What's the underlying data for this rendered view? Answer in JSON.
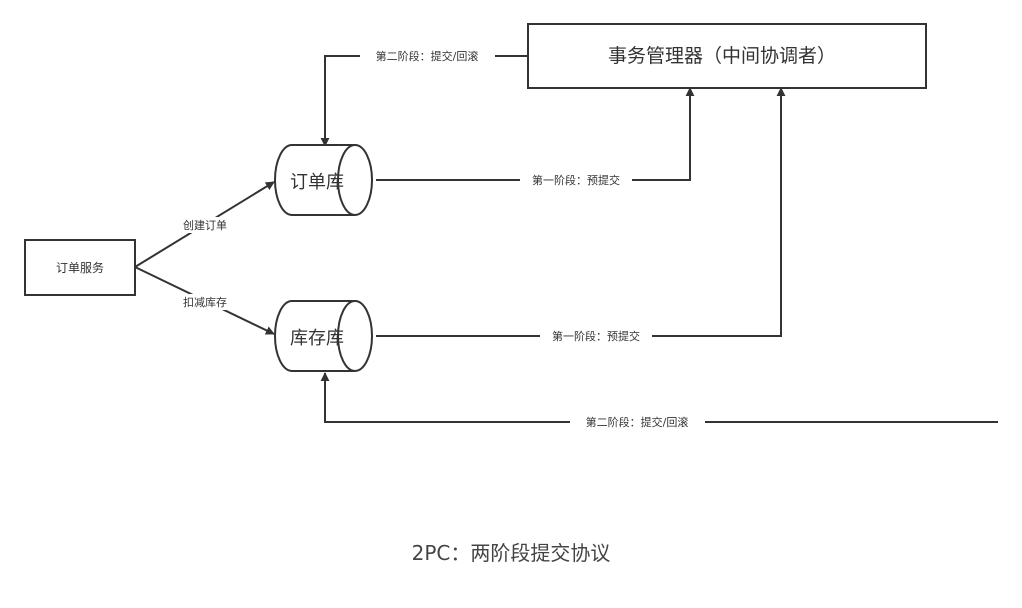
{
  "nodes": {
    "coordinator": "事务管理器（中间协调者）",
    "order_db": "订单库",
    "inventory_db": "库存库",
    "order_service": "订单服务"
  },
  "edges": {
    "create_order": "创建订单",
    "deduct_inventory": "扣减库存",
    "order_db_phase1": "第一阶段：预提交",
    "inventory_db_phase1": "第一阶段：预提交",
    "coordinator_to_order_phase2": "第二阶段：提交/回滚",
    "bottom_to_inventory_phase2": "第二阶段：提交/回滚"
  },
  "caption": "2PC：两阶段提交协议",
  "colors": {
    "stroke": "#333333",
    "text": "#333333",
    "background": "#ffffff"
  }
}
